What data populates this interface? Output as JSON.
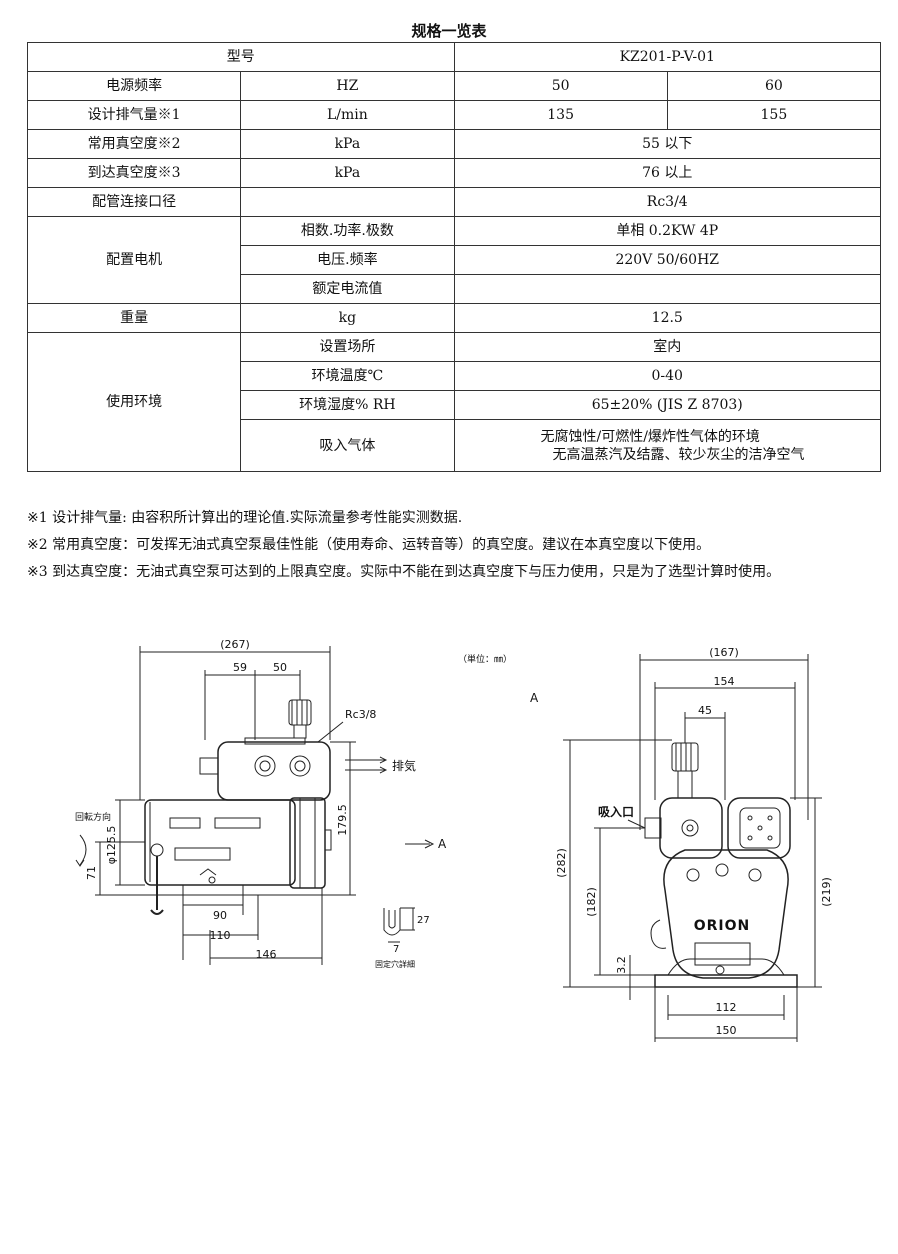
{
  "title": "规格一览表",
  "table": {
    "model_label": "型号",
    "model_value": "KZ201-P-V-01",
    "rows": {
      "freq": {
        "label": "电源频率",
        "unit": "HZ",
        "v50": "50",
        "v60": "60"
      },
      "flow": {
        "label": "设计排气量※1",
        "unit": "L/min",
        "v50": "135",
        "v60": "155"
      },
      "vac_use": {
        "label": "常用真空度※2",
        "unit": "kPa",
        "value": "55 以下"
      },
      "vac_max": {
        "label": "到达真空度※3",
        "unit": "kPa",
        "value": "76 以上"
      },
      "port": {
        "label": "配管连接口径",
        "unit": "",
        "value": "Rc3/4"
      }
    },
    "motor": {
      "label": "配置电机",
      "items": [
        {
          "label": "相数.功率.极数",
          "value": "单相 0.2KW 4P"
        },
        {
          "label": "电压.频率",
          "value": "220V   50/60HZ"
        },
        {
          "label": "额定电流值",
          "value": ""
        }
      ]
    },
    "weight": {
      "label": "重量",
      "unit": "kg",
      "value": "12.5"
    },
    "env": {
      "label": "使用环境",
      "items": [
        {
          "label": "设置场所",
          "value": "室内"
        },
        {
          "label": "环境温度℃",
          "value": "0-40"
        },
        {
          "label": "环境湿度% RH",
          "value": "65±20%  (JIS Z 8703)"
        },
        {
          "label": "吸入气体",
          "value1": "无腐蚀性/可燃性/爆炸性气体的环境",
          "value2": "无高温蒸汽及结露、较少灰尘的洁净空气"
        }
      ]
    }
  },
  "notes": [
    {
      "mark": "※1 ",
      "text": "设计排气量: 由容积所计算出的理论值.实际流量参考性能实测数据."
    },
    {
      "mark": "※2 ",
      "text": "常用真空度：可发挥无油式真空泵最佳性能（使用寿命、运转音等）的真空度。建议在本真空度以下使用。"
    },
    {
      "mark": "※3 ",
      "text": "到达真空度：无油式真空泵可达到的上限真空度。实际中不能在到达真空度下与压力使用，只是为了选型计算时使用。"
    }
  ],
  "drawing": {
    "unit_note": "（単位：㎜）",
    "left": {
      "dim_267": "(267)",
      "dim_59": "59",
      "dim_50": "50",
      "port": "Rc3/8",
      "exhaust": "排気",
      "dia": "φ125.5",
      "dim_179": "179.5",
      "rotation": "回転方向",
      "dim_71": "71",
      "dim_90": "90",
      "dim_110": "110",
      "dim_146": "146",
      "arrow_a": "A",
      "hole_27": "27",
      "hole_7": "7",
      "hole_caption": "固定穴詳細"
    },
    "right": {
      "view_a": "A",
      "dim_167": "(167)",
      "dim_154": "154",
      "dim_45": "45",
      "inlet": "吸入口",
      "dim_282": "(282)",
      "dim_182": "(182)",
      "dim_219": "(219)",
      "dim_32": "3.2",
      "dim_112": "112",
      "dim_150": "150",
      "brand": "ORION"
    }
  }
}
